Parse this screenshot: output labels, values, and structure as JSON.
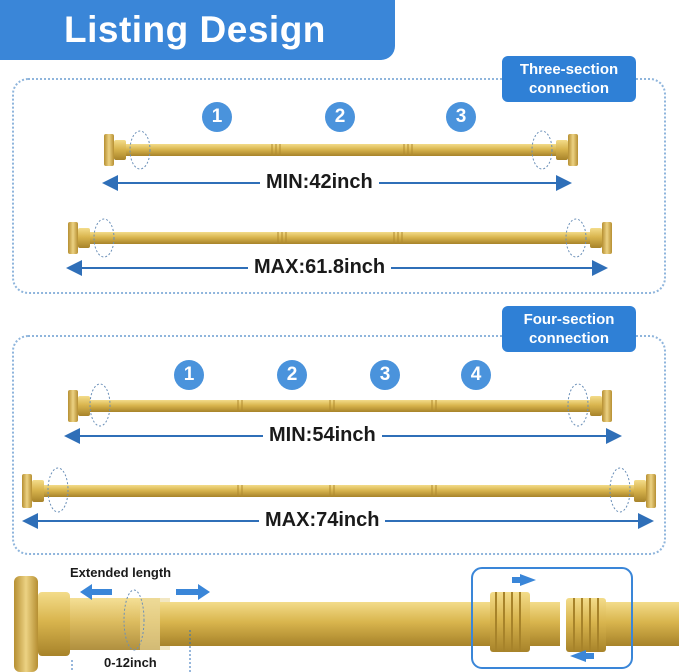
{
  "title": "Listing Design",
  "three_section": {
    "tag": "Three-section\nconnection",
    "numbers": [
      "1",
      "2",
      "3"
    ],
    "min_label": "MIN:42inch",
    "max_label": "MAX:61.8inch"
  },
  "four_section": {
    "tag": "Four-section\nconnection",
    "numbers": [
      "1",
      "2",
      "3",
      "4"
    ],
    "min_label": "MIN:54inch",
    "max_label": "MAX:74inch"
  },
  "detail": {
    "extended_label": "Extended length",
    "range_label": "0-12inch"
  },
  "colors": {
    "accent": "#3a86d8",
    "rod_gold": "#d9b54e",
    "arrow_blue": "#2f6fb8"
  }
}
